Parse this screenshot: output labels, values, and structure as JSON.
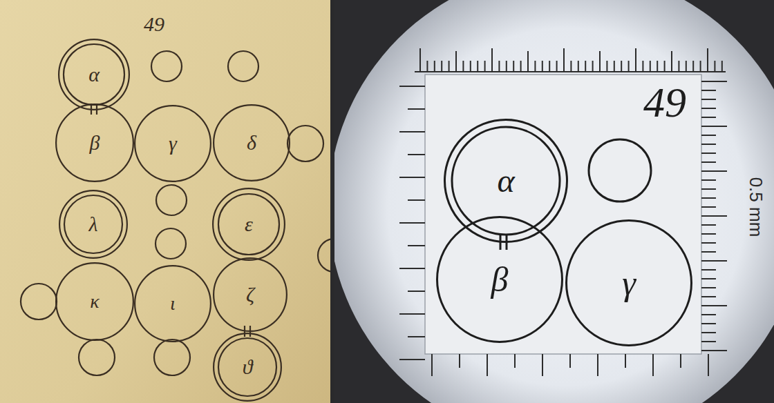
{
  "diagram": {
    "nodes": [
      {
        "text": [
          "α"
        ]
      },
      {
        "text": [
          "β"
        ]
      },
      {
        "text": [
          "γ"
        ]
      },
      {
        "text": [
          "δ"
        ]
      },
      {
        "text": [
          "λ"
        ]
      },
      {
        "text": [
          "ε"
        ]
      },
      {
        "text": [
          "κ"
        ]
      },
      {
        "text": [
          "ι"
        ]
      },
      {
        "text": [
          "ζ"
        ]
      },
      {
        "text": [
          "ϑ"
        ]
      },
      {
        "text": [
          "α"
        ]
      },
      {
        "text": [
          "β"
        ]
      },
      {
        "text": [
          "γ"
        ]
      }
    ],
    "labels": [
      "49",
      "49",
      "0.5 mm"
    ]
  }
}
